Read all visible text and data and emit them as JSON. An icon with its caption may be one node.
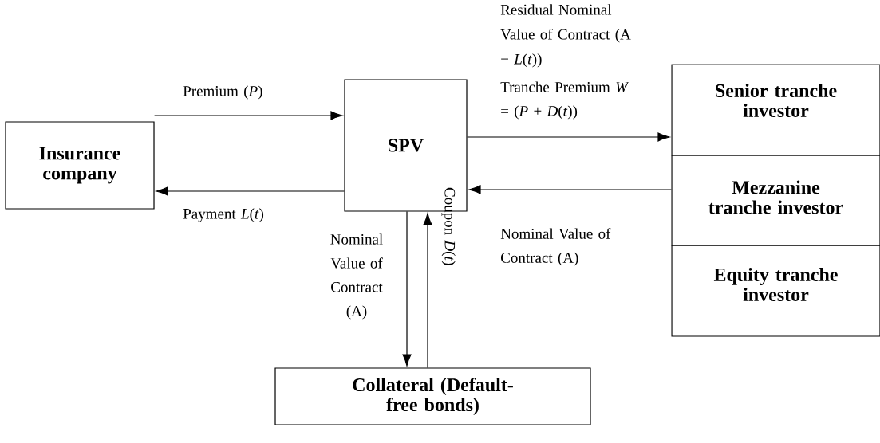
{
  "diagram": {
    "nodes": [
      {
        "text": [
          "Insurance company"
        ]
      },
      {
        "text": [
          "SPV"
        ]
      },
      {
        "text": [
          "Senior tranche investor"
        ]
      },
      {
        "text": [
          "Mezzanine tranche investor"
        ]
      },
      {
        "text": [
          "Equity tranche investor"
        ]
      },
      {
        "text": [
          "Collateral (Default-free bonds)"
        ]
      }
    ],
    "edges": [
      {
        "from": 0,
        "to": 1,
        "arrow": "to",
        "label": "Premium (*P*)"
      },
      {
        "from": 1,
        "to": 0,
        "arrow": "to",
        "label": "Payment *L*(*t*)"
      },
      {
        "from": 1,
        "to": 2,
        "arrow": "to",
        "label": "Tranche Premium *W* = (*P* + *D*(*t*))"
      },
      {
        "from": 3,
        "to": 1,
        "arrow": "to",
        "label": "Nominal Value of Contract (A)"
      },
      {
        "from": 1,
        "to": 5,
        "arrow": "to",
        "label": "Nominal Value of Contract (A)"
      },
      {
        "from": 5,
        "to": 1,
        "arrow": "to",
        "label": "Coupon *D*(*t*)"
      }
    ],
    "labels": [
      "Residual Nominal Value of Contract (A − *L*(*t*))"
    ]
  }
}
